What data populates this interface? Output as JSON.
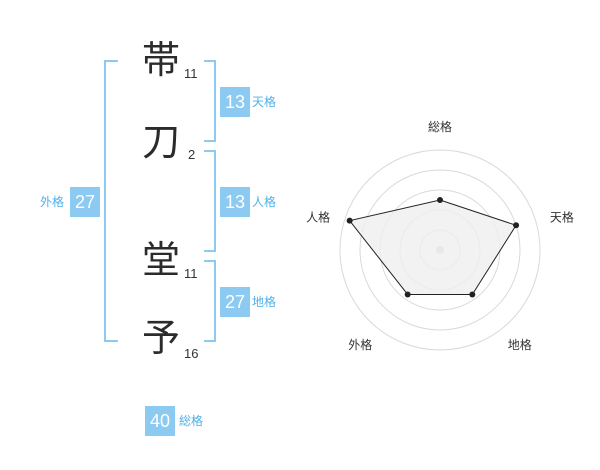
{
  "name_chars": [
    {
      "char": "帯",
      "strokes": "11"
    },
    {
      "char": "刀",
      "strokes": "2"
    },
    {
      "char": "堂",
      "strokes": "11"
    },
    {
      "char": "予",
      "strokes": "16"
    }
  ],
  "fortunes": {
    "tenkaku": {
      "value": "13",
      "label": "天格"
    },
    "jinkaku": {
      "value": "13",
      "label": "人格"
    },
    "chikaku": {
      "value": "27",
      "label": "地格"
    },
    "gaikaku": {
      "value": "27",
      "label": "外格"
    },
    "soukaku": {
      "value": "40",
      "label": "総格"
    }
  },
  "radar": {
    "axes": [
      "総格",
      "天格",
      "地格",
      "外格",
      "人格"
    ],
    "levels": [
      0.5,
      0.8,
      0.55,
      0.55,
      0.95
    ],
    "max": 1,
    "grid_rings": 5,
    "colors": {
      "fill": "#efefef",
      "line": "#222222",
      "grid": "#d9d9d9",
      "point": "#222222"
    }
  },
  "colors": {
    "accent": "#8ccaf2",
    "accent_text": "#4fb0ea"
  }
}
